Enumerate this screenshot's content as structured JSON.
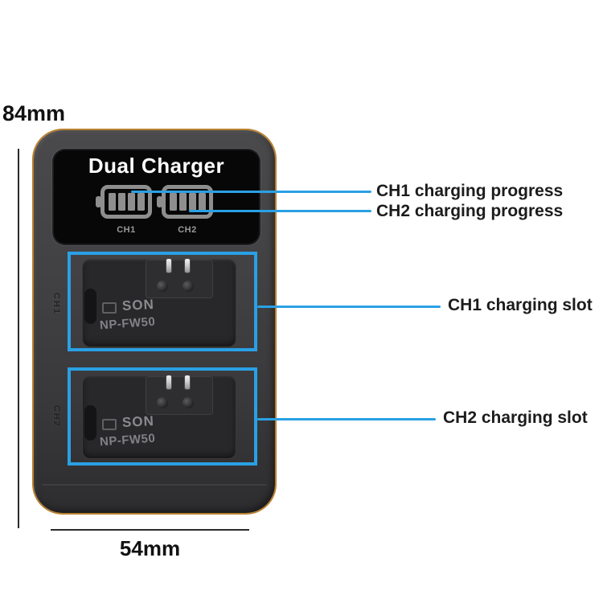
{
  "dimensions": {
    "height_label": "84mm",
    "width_label": "54mm"
  },
  "charger": {
    "display": {
      "title": "Dual Charger",
      "channels": [
        {
          "label": "CH1",
          "gauge_bars": 4
        },
        {
          "label": "CH2",
          "gauge_bars": 4
        }
      ]
    },
    "side_labels": {
      "ch1": "CH1",
      "ch2": "CH2"
    },
    "batteries": [
      {
        "brand": "SON",
        "model": "NP-FW50"
      },
      {
        "brand": "SON",
        "model": "NP-FW50"
      }
    ]
  },
  "annotations": {
    "ch1_progress": "CH1 charging progress",
    "ch2_progress": "CH2 charging progress",
    "ch1_slot": "CH1 charging slot",
    "ch2_slot": "CH2 charging slot"
  },
  "colors": {
    "annotation_blue": "#2aa0e4",
    "rim_orange": "#b9812f",
    "body_gray": "#3e3e40",
    "lcd_black": "#070707",
    "gauge_gray": "#8e8e8e"
  }
}
